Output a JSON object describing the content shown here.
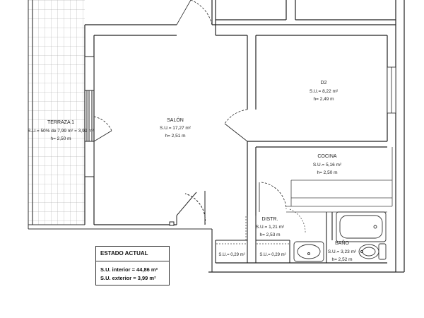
{
  "rooms": {
    "terraza": {
      "name": "TERRAZA 1",
      "area": "S.U.= 50% de 7,99 m² = 3,99 m²",
      "height": "h= 2,50 m"
    },
    "salon": {
      "name": "SALÓN",
      "area": "S.U.= 17,27 m²",
      "height": "h= 2,51 m"
    },
    "d2": {
      "name": "D2",
      "area": "S.U.= 8,22 m²",
      "height": "h= 2,49 m"
    },
    "cocina": {
      "name": "COCINA",
      "area": "S.U.= 5,16 m²",
      "height": "h= 2,50 m"
    },
    "distr": {
      "name": "DISTR.",
      "area": "S.U.= 1,21 m²",
      "height": "h= 2,53 m"
    },
    "bano": {
      "name": "BAÑO",
      "area": "S.U.= 3,23 m²",
      "height": "h= 2,52 m"
    },
    "closet1": {
      "area": "S.U.= 0,29 m²"
    },
    "closet2": {
      "area": "S.U.= 0,29 m²"
    }
  },
  "legend": {
    "title": "ESTADO ACTUAL",
    "interior": "S.U. interior = 44,86 m²",
    "exterior": "S.U. exterior =  3,99 m²"
  }
}
